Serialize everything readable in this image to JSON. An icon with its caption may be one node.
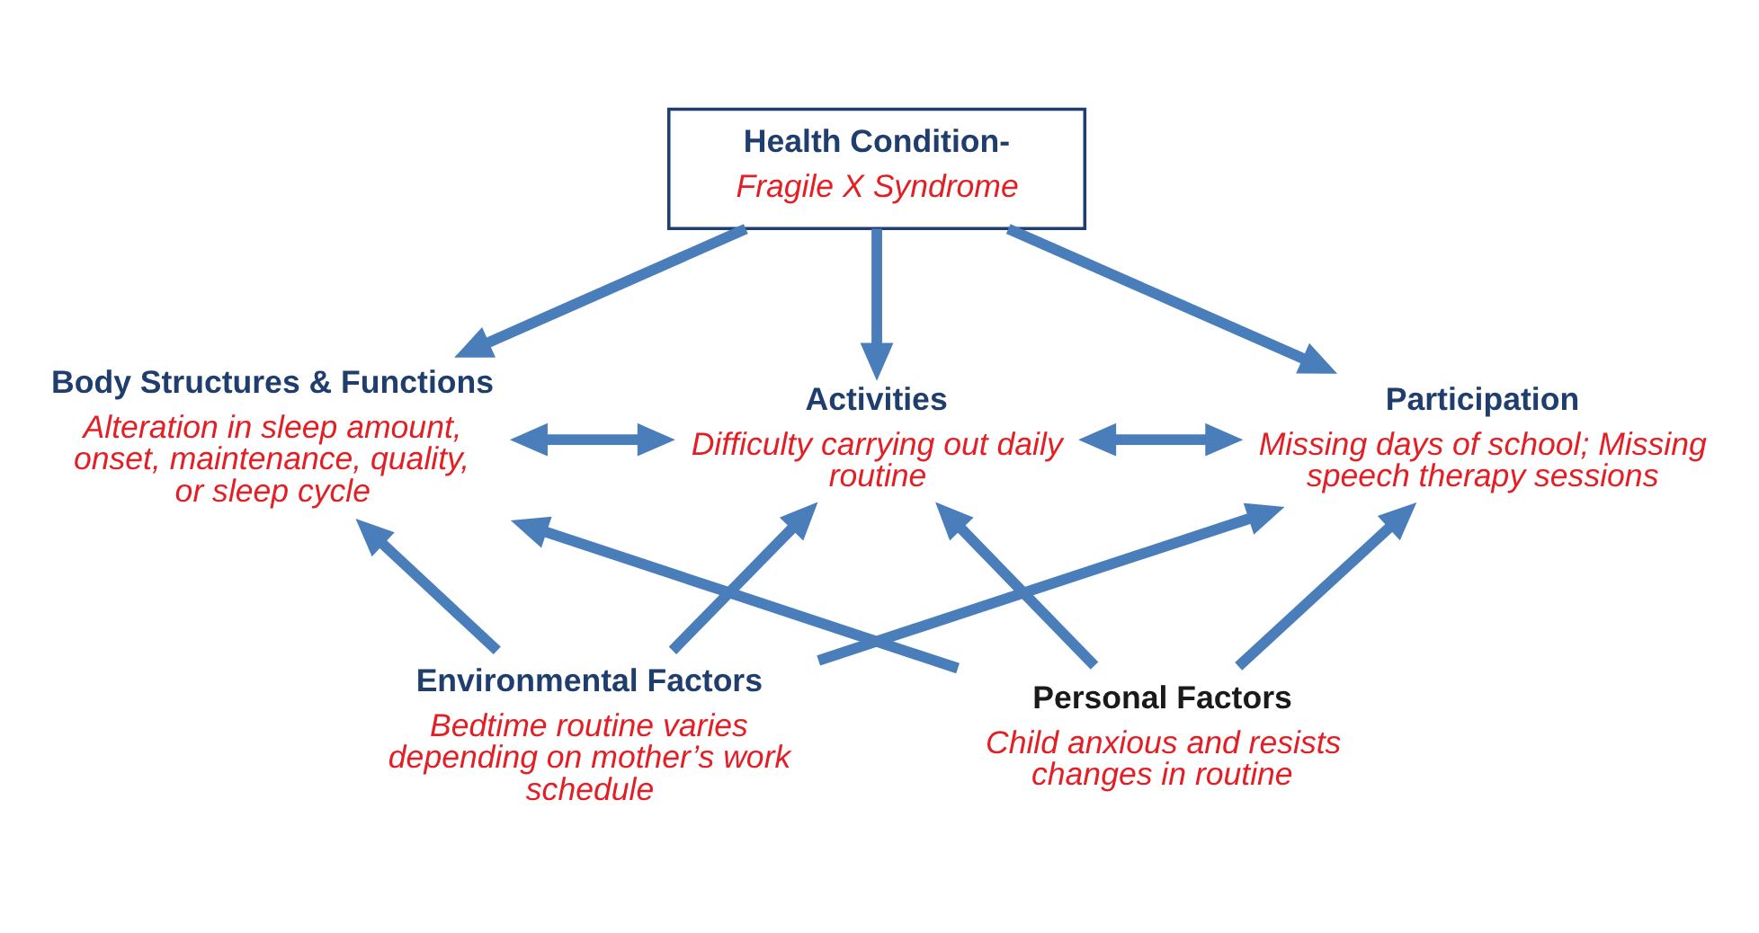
{
  "diagram": {
    "nodes": [
      {
        "text": [
          "Health Condition-",
          "Fragile X Syndrome"
        ]
      },
      {
        "text": [
          "Body Structures & Functions",
          "Alteration in sleep amount, onset, maintenance, quality, or sleep cycle"
        ]
      },
      {
        "text": [
          "Activities",
          "Difficulty carrying out daily routine"
        ]
      },
      {
        "text": [
          "Participation",
          "Missing days of school; Missing speech therapy sessions"
        ]
      },
      {
        "text": [
          "Environmental Factors",
          "Bedtime routine varies depending on mother’s work schedule"
        ]
      },
      {
        "text": [
          "Personal Factors",
          "Child anxious and resists changes in routine"
        ]
      }
    ],
    "edges": [
      {
        "from": 0,
        "to": 1,
        "arrow": "to"
      },
      {
        "from": 0,
        "to": 2,
        "arrow": "to"
      },
      {
        "from": 0,
        "to": 3,
        "arrow": "to"
      },
      {
        "from": 1,
        "to": 2,
        "arrow": "both"
      },
      {
        "from": 2,
        "to": 3,
        "arrow": "both"
      },
      {
        "from": 4,
        "to": 1,
        "arrow": "to"
      },
      {
        "from": 4,
        "to": 2,
        "arrow": "to"
      },
      {
        "from": 4,
        "to": 3,
        "arrow": "to"
      },
      {
        "from": 5,
        "to": 1,
        "arrow": "to"
      },
      {
        "from": 5,
        "to": 2,
        "arrow": "to"
      },
      {
        "from": 5,
        "to": 3,
        "arrow": "to"
      }
    ]
  }
}
